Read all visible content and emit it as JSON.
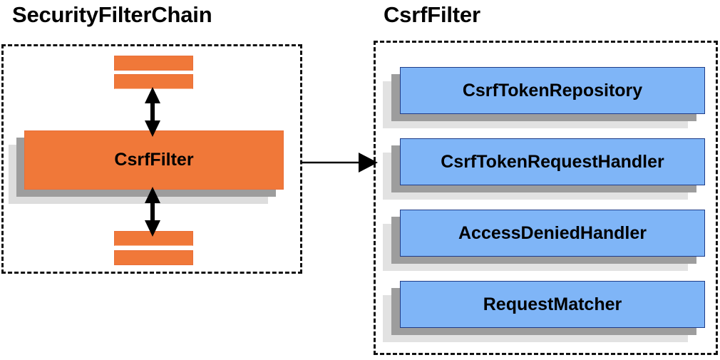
{
  "diagram": {
    "title_left": "SecurityFilterChain",
    "title_right": "CsrfFilter",
    "left_panel": {
      "label": "SecurityFilterChain",
      "main_node": {
        "label": "CsrfFilter",
        "color": "#F07839"
      },
      "filler_bars_above": 2,
      "filler_bars_below": 2,
      "bar_color": "#F07839"
    },
    "right_panel": {
      "label": "CsrfFilter",
      "node_color": "#7FB5F7",
      "nodes": [
        {
          "label": "CsrfTokenRepository"
        },
        {
          "label": "CsrfTokenRequestHandler"
        },
        {
          "label": "AccessDeniedHandler"
        },
        {
          "label": "RequestMatcher"
        }
      ]
    },
    "connectors": [
      {
        "name": "chain-to-csrffilter-up",
        "type": "double-arrow-vertical"
      },
      {
        "name": "csrffilter-to-chain-down",
        "type": "double-arrow-vertical"
      },
      {
        "name": "securityfilterchain-to-csrffilter",
        "type": "single-arrow-horizontal"
      }
    ],
    "colors": {
      "orange": "#F07839",
      "blue": "#7FB5F7",
      "blue_border": "#1F3C88",
      "shadow_mid": "#9D9D9D",
      "shadow_back": "#E2E2E2",
      "outline": "#111111",
      "text": "#000000"
    }
  }
}
